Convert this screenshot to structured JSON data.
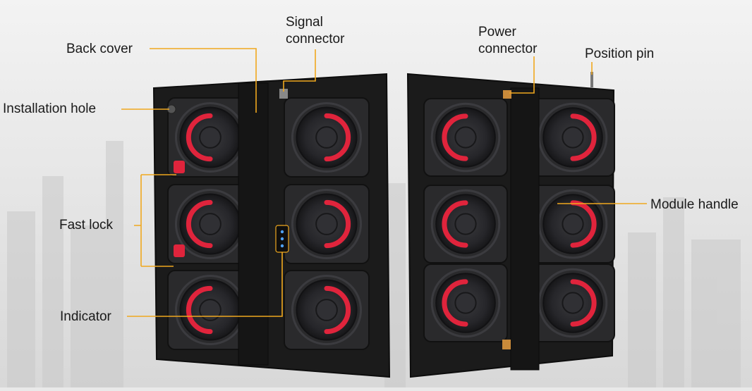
{
  "labels": {
    "back_cover": "Back cover",
    "signal_connector": [
      "Signal",
      "connector"
    ],
    "installation_hole": "Installation hole",
    "fast_lock": "Fast lock",
    "indicator": "Indicator",
    "power_connector": [
      "Power",
      "connector"
    ],
    "position_pin": "Position pin",
    "module_handle": "Module handle"
  },
  "colors": {
    "leader_line": "#f0a81e",
    "cabinet_frame": "#1b1b1b",
    "module_face": "#2a2a2c",
    "handle_red": "#e0243c",
    "background": "#e9e9e9"
  }
}
